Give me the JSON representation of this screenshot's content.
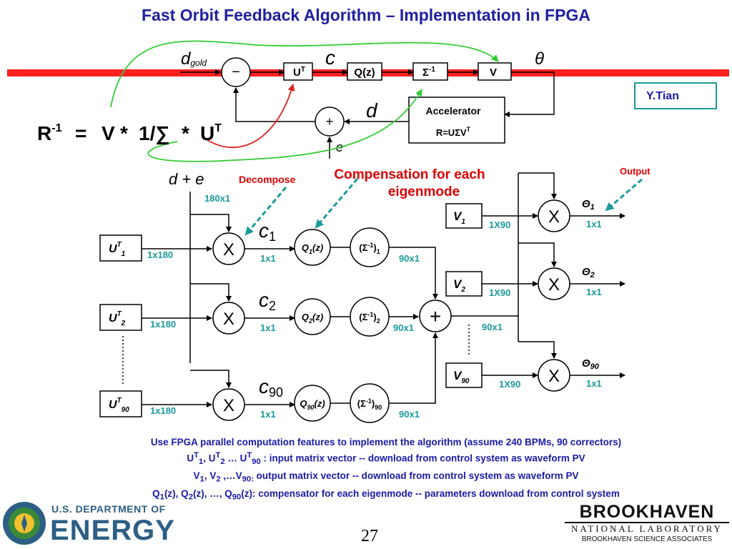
{
  "title": "Fast Orbit Feedback Algorithm – Implementation in FPGA",
  "author": "Y.Tian",
  "top_diagram": {
    "d_gold": "d",
    "d_gold_sub": "gold",
    "minus": "−",
    "plus": "+",
    "ut": "U",
    "ut_sup": "T",
    "c": "c",
    "qz": "Q(z)",
    "sigma": "Σ",
    "sigma_sup": "-1",
    "v": "V",
    "theta": "θ",
    "accelerator": "Accelerator",
    "r_usv": "R=UΣV",
    "r_usv_sup": "T",
    "d": "d",
    "e": "e"
  },
  "equation": {
    "r": "R",
    "r_sup": "-1",
    "eq": "=",
    "v": "V",
    "star1": "*",
    "one_over": "1/∑",
    "star2": "*",
    "u": "U",
    "u_sup": "T"
  },
  "labels": {
    "decompose": "Decompose",
    "compensation_line1": "Compensation for each",
    "compensation_line2": "eigenmode",
    "output": "Output",
    "d_plus_e": "d + e",
    "in_dim": "180x1"
  },
  "rows": [
    {
      "u": "U",
      "u_sup": "T",
      "u_sub": "1",
      "u_dim": "1x180",
      "mult": "X",
      "c": "c",
      "c_sub": "1",
      "c_dim": "1x1",
      "q": "Q",
      "q_sub": "1",
      "q_tail": "(z)",
      "s": "(Σ",
      "s_sup": "-1",
      "s_tail": ")",
      "s_sub": "1",
      "s_dim": "90x1"
    },
    {
      "u": "U",
      "u_sup": "T",
      "u_sub": "2",
      "u_dim": "1x180",
      "mult": "X",
      "c": "c",
      "c_sub": "2",
      "c_dim": "1x1",
      "q": "Q",
      "q_sub": "2",
      "q_tail": "(z)",
      "s": "(Σ",
      "s_sup": "-1",
      "s_tail": ")",
      "s_sub": "2",
      "s_dim": "90x1"
    },
    {
      "u": "U",
      "u_sup": "T",
      "u_sub": "90",
      "u_dim": "1x180",
      "mult": "X",
      "c": "c",
      "c_sub": "90",
      "c_dim": "1x1",
      "q": "Q",
      "q_sub": "90",
      "q_tail": "(z)",
      "s": "(Σ",
      "s_sup": "-1",
      "s_tail": ")",
      "s_sub": "90",
      "s_dim": "90x1"
    }
  ],
  "sum": {
    "symbol": "+",
    "out_dim": "90x1"
  },
  "outputs": [
    {
      "v": "V",
      "v_sub": "1",
      "v_dim": "1X90",
      "mult": "X",
      "theta": "Θ",
      "theta_sub": "1",
      "theta_dim": "1x1"
    },
    {
      "v": "V",
      "v_sub": "2",
      "v_dim": "1X90",
      "mult": "X",
      "theta": "Θ",
      "theta_sub": "2",
      "theta_dim": "1x1"
    },
    {
      "v": "V",
      "v_sub": "90",
      "v_dim": "1X90",
      "mult": "X",
      "theta": "Θ",
      "theta_sub": "90",
      "theta_dim": "1x1"
    }
  ],
  "notes": {
    "line1": "Use FPGA parallel computation features to implement the algorithm (assume 240 BPMs, 90 correctors)",
    "line2_a": "U",
    "line2_a_sup": "T",
    "line2_a_sub": "1",
    "line2_b": ", U",
    "line2_b_sup": "T",
    "line2_b_sub": "2",
    "line2_c": " … U",
    "line2_c_sup": "T",
    "line2_c_sub": "90",
    "line2_d": " : input matrix vector -- download from control system as waveform PV",
    "line3_a": "V",
    "line3_a_sub": "1",
    "line3_b": ", V",
    "line3_b_sub": "2",
    "line3_c": " ,…V",
    "line3_c_sub": "90:",
    "line3_d": " output matrix vector -- download from control system as waveform PV",
    "line4_a": "Q",
    "line4_a_sub": "1",
    "line4_b": "(z), Q",
    "line4_b_sub": "2",
    "line4_c": "(z), …, Q",
    "line4_c_sub": "90",
    "line4_d": "(z): compensator for each eigenmode -- parameters download from control system"
  },
  "page_number": "27",
  "doe": {
    "line1": "U.S. DEPARTMENT OF",
    "line2": "ENERGY"
  },
  "bnl": {
    "line1": "BROOKHAVEN",
    "line2": "NATIONAL LABORATORY",
    "line3": "BROOKHAVEN SCIENCE ASSOCIATES"
  },
  "colors": {
    "title": "#1f1fa0",
    "teal": "#1a9a9a",
    "red_label": "#e00000",
    "beam": "#ff2020",
    "notes": "#1a1aa8",
    "green_arrow": "#33cc33",
    "red_arrow": "#e02020"
  }
}
